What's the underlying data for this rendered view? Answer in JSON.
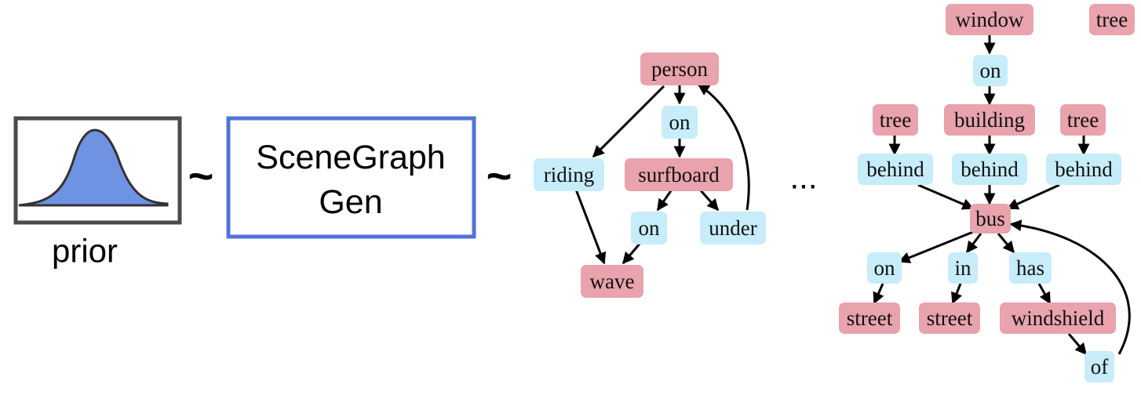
{
  "prior": {
    "label": "prior",
    "curve_color": "#6f93e3"
  },
  "tilde_left": "~",
  "generator": {
    "line1": "SceneGraph",
    "line2": "Gen",
    "border_color": "#5274d8"
  },
  "tilde_right": "~",
  "ellipsis": "...",
  "colors": {
    "object": "#e8a3ad",
    "relation": "#c7ecfa"
  },
  "graph1": {
    "nodes": [
      {
        "id": "person",
        "label": "person",
        "kind": "object"
      },
      {
        "id": "on1",
        "label": "on",
        "kind": "relation"
      },
      {
        "id": "riding",
        "label": "riding",
        "kind": "relation"
      },
      {
        "id": "surfboard",
        "label": "surfboard",
        "kind": "object"
      },
      {
        "id": "on2",
        "label": "on",
        "kind": "relation"
      },
      {
        "id": "under",
        "label": "under",
        "kind": "relation"
      },
      {
        "id": "wave",
        "label": "wave",
        "kind": "object"
      }
    ]
  },
  "graph2": {
    "nodes": [
      {
        "id": "window",
        "label": "window",
        "kind": "object"
      },
      {
        "id": "tree_top",
        "label": "tree",
        "kind": "object"
      },
      {
        "id": "on_w",
        "label": "on",
        "kind": "relation"
      },
      {
        "id": "tree_l",
        "label": "tree",
        "kind": "object"
      },
      {
        "id": "building",
        "label": "building",
        "kind": "object"
      },
      {
        "id": "tree_r",
        "label": "tree",
        "kind": "object"
      },
      {
        "id": "behind_l",
        "label": "behind",
        "kind": "relation"
      },
      {
        "id": "behind_m",
        "label": "behind",
        "kind": "relation"
      },
      {
        "id": "behind_r",
        "label": "behind",
        "kind": "relation"
      },
      {
        "id": "bus",
        "label": "bus",
        "kind": "object"
      },
      {
        "id": "on_s",
        "label": "on",
        "kind": "relation"
      },
      {
        "id": "in_s",
        "label": "in",
        "kind": "relation"
      },
      {
        "id": "has",
        "label": "has",
        "kind": "relation"
      },
      {
        "id": "street1",
        "label": "street",
        "kind": "object"
      },
      {
        "id": "street2",
        "label": "street",
        "kind": "object"
      },
      {
        "id": "windshield",
        "label": "windshield",
        "kind": "object"
      },
      {
        "id": "of",
        "label": "of",
        "kind": "relation"
      }
    ]
  }
}
